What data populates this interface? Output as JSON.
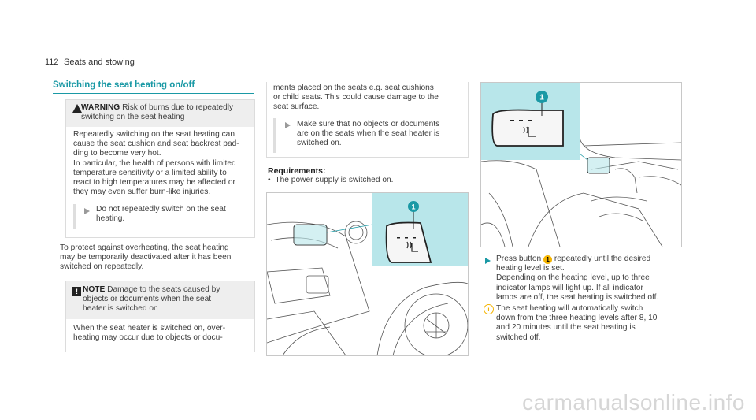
{
  "header": {
    "page_number": "112",
    "section": "Seats and stowing"
  },
  "section_title": "Switching the seat heating on/off",
  "warning": {
    "label": "WARNING",
    "title_lines": [
      "Risk of burns due to repeatedly",
      "switching on the seat heating"
    ],
    "body_lines": [
      "Repeatedly switching on the seat heating can",
      "cause the seat cushion and seat backrest pad-",
      "ding to become very hot.",
      "In particular, the health of persons with limited",
      "temperature sensitivity or a limited ability to",
      "react to high temperatures may be affected or",
      "they may even suffer burn-like injuries."
    ],
    "step_lines": [
      "Do not repeatedly switch on the seat",
      "heating."
    ]
  },
  "intro_lines": [
    "To protect against overheating, the seat heating",
    "may be temporarily deactivated after it has been",
    "switched on repeatedly."
  ],
  "note": {
    "label": "NOTE",
    "title_lines": [
      "Damage to the seats caused by",
      "objects or documents when the seat",
      "heater is switched on"
    ],
    "body_lines": [
      "When the seat heater is switched on, over-",
      "heating may occur due to objects or docu-"
    ]
  },
  "note_cont": {
    "body_lines": [
      "ments placed on the seats e.g. seat cushions",
      "or child seats. This could cause damage to the",
      "seat surface."
    ],
    "step_lines": [
      "Make sure that no objects or documents",
      "are on the seats when the seat heater is",
      "switched on."
    ]
  },
  "requirements": {
    "title": "Requirements:",
    "item": "The power supply is switched on."
  },
  "callout_label": "1",
  "steps": {
    "step1_before": "Press button",
    "step1_after": "repeatedly until the desired",
    "step1_lines": [
      "heating level is set.",
      "Depending on the heating level, up to three",
      "indicator lamps will light up. If all indicator",
      "lamps are off, the seat heating is switched off."
    ],
    "info_lines": [
      "The seat heating will automatically switch",
      "down from the three heating levels after 8, 10",
      "and 20 minutes until the seat heating is",
      "switched off."
    ]
  },
  "watermark": "carmanualsonline.info",
  "colors": {
    "accent": "#1a99a5",
    "callout": "#f5b400",
    "highlight": "#b8e6ea"
  }
}
